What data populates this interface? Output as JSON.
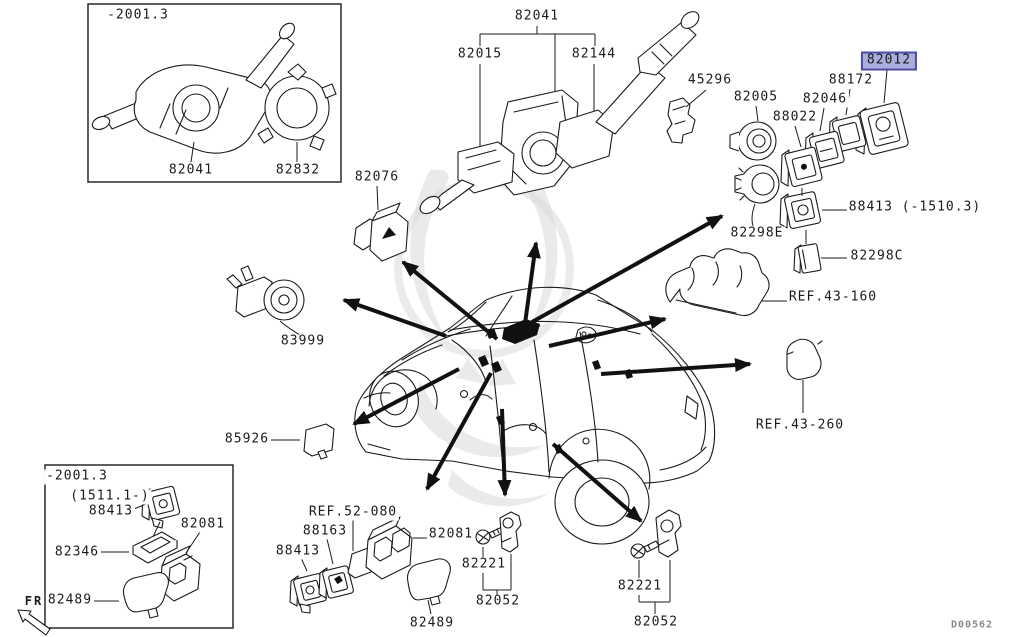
{
  "diagram": {
    "code": "D00562",
    "fr_label": "FR",
    "highlighted_part": "82012",
    "colors": {
      "background": "#ffffff",
      "line": "#1b1b1b",
      "highlight_fill": "#a9aedd",
      "highlight_border": "#4d4da8",
      "watermark": "#d8d8d8",
      "code_text": "#8a8a8a"
    }
  },
  "inset_top_left": {
    "period": "-2001.3",
    "parts": {
      "p82041": "82041",
      "p82832": "82832"
    }
  },
  "column_switch_group": {
    "p82041": "82041",
    "p82015": "82015",
    "p82144": "82144",
    "p45296": "45296"
  },
  "dash_cluster": {
    "p82005": "82005",
    "p88022": "88022",
    "p82046": "82046",
    "p88172": "88172",
    "p82012": "82012",
    "p88413_range": "88413 (-1510.3)",
    "p82298E": "82298E",
    "p82298C": "82298C"
  },
  "references": {
    "ref43_160": "REF.43-160",
    "ref43_260": "REF.43-260",
    "ref52_080": "REF.52-080"
  },
  "standalone": {
    "p82076": "82076",
    "p83999": "83999",
    "p85926": "85926"
  },
  "inset_bottom_left": {
    "period": "-2001.3",
    "range": "(1511.1-)",
    "parts": {
      "p88413": "88413",
      "p82346": "82346",
      "p82081": "82081",
      "p82489": "82489"
    }
  },
  "bottom_center": {
    "p88163": "88163",
    "p88413": "88413",
    "p82081": "82081",
    "p82489": "82489",
    "p82221": "82221",
    "p82052": "82052"
  },
  "bottom_right": {
    "p82221": "82221",
    "p82052": "82052"
  }
}
